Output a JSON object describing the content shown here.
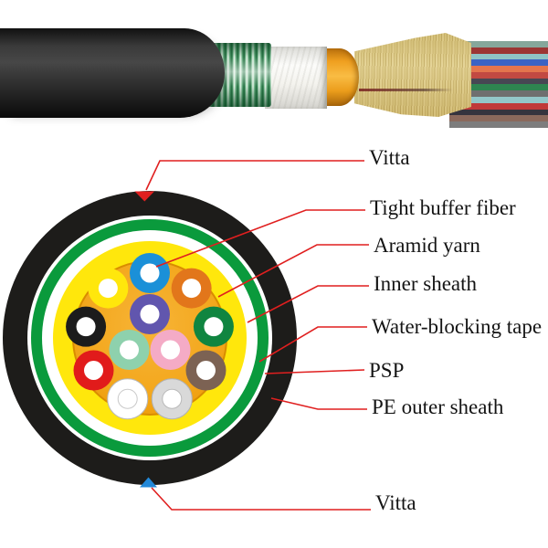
{
  "labels": {
    "vitta_top": "Vitta",
    "tight_buffer_fiber": "Tight buffer fiber",
    "aramid_yarn": "Aramid yarn",
    "inner_sheath": "Inner sheath",
    "water_blocking_tape": "Water-blocking tape",
    "psp": "PSP",
    "pe_outer_sheath": "PE outer sheath",
    "vitta_bottom": "Vitta"
  },
  "colors": {
    "leader_line": "#e01f1f",
    "marker_top_vitta": "#e01f1f",
    "marker_bottom_vitta": "#2288d8",
    "label_text": "#141414"
  },
  "cable_3d": {
    "layers": [
      {
        "name": "PE outer jacket",
        "color": "#1e1e1e"
      },
      {
        "name": "PSP corrugated armor",
        "color": "#59a474"
      },
      {
        "name": "Water-blocking tape",
        "color": "#f4f3ee"
      },
      {
        "name": "Inner sheath",
        "color": "#f2a322"
      },
      {
        "name": "Aramid yarn",
        "color": "#ecdfae"
      }
    ],
    "fiber_strand_colors": [
      "#86a79b",
      "#9c3634",
      "#8fc4c6",
      "#3b63c4",
      "#e4754d",
      "#c24a42",
      "#474753",
      "#2e8550",
      "#6f6f6f",
      "#93c7c9",
      "#c03a3a",
      "#35343e",
      "#8a695c",
      "#7d7d7d"
    ]
  },
  "cross_section": {
    "rings": [
      {
        "name": "PE outer sheath",
        "color": "#1d1c1a",
        "outer_r": 161
      },
      {
        "name": "separator-film",
        "color": "#ffffff",
        "outer_r": 134
      },
      {
        "name": "PSP",
        "color": "#0a9a3c",
        "outer_r": 130
      },
      {
        "name": "Water-blocking tape",
        "color": "#ffffff",
        "outer_r": 118
      },
      {
        "name": "Inner sheath",
        "color": "#ffe70c",
        "outer_r": 106
      },
      {
        "name": "Aramid yarn",
        "color": "#f3a71c",
        "border": "#d98c00",
        "outer_r": 84
      }
    ],
    "fiber_outer_radius": 22,
    "fiber_hole_radius": 10.5,
    "fiber_hole_color": "#ffffff",
    "outer_fiber_ring": {
      "radius": 71,
      "colors": [
        {
          "fill": "#1b90d8"
        },
        {
          "fill": "#e2761b"
        },
        {
          "fill": "#108540"
        },
        {
          "fill": "#7c6253"
        },
        {
          "fill": "#d9d9d9",
          "stroke": "#b2b2b2",
          "hole_stroke": "#b9b9b9"
        },
        {
          "fill": "#ffffff",
          "stroke": "#b9b9b9",
          "hole_stroke": "#c9c9c9"
        },
        {
          "fill": "#e11b1b"
        },
        {
          "fill": "#1c1c1c"
        },
        {
          "fill": "#ffe70c"
        }
      ]
    },
    "inner_fiber_ring": {
      "radius": 26,
      "colors": [
        {
          "fill": "#6156ae"
        },
        {
          "fill": "#f4abc6"
        },
        {
          "fill": "#8ed1ad"
        }
      ]
    }
  }
}
